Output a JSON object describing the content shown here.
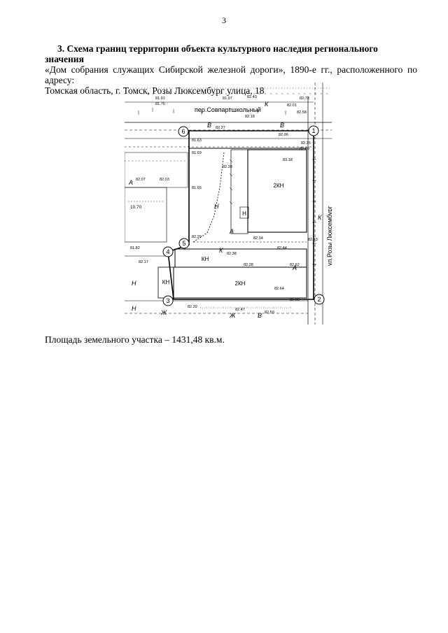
{
  "page_number": "3",
  "heading": {
    "title": "3.   Схема границ территории объекта культурного наследия регионального значения",
    "line1": "«Дом собрания служащих Сибирской железной дороги», 1890-е гг., расположенного по адресу:",
    "line2": "Томская область, г. Томск, Розы Люксембург улица, 18"
  },
  "map": {
    "street_north": "пер.Совпартшкольный",
    "street_east": "ул.Розы Люксембург",
    "points": [
      "1",
      "2",
      "3",
      "4",
      "5",
      "6"
    ],
    "building_labels": {
      "main": "2КН",
      "south": "2КН",
      "middle": "КН",
      "small_west": "КН",
      "small_north": "Н"
    },
    "letters": {
      "a1": "А",
      "a2": "А",
      "a3": "А",
      "v1": "В",
      "v2": "В",
      "v3": "В",
      "k1": "К",
      "k2": "К",
      "k3": "К",
      "zh1": "Ж",
      "zh2": "Ж",
      "n1": "Н",
      "n2": "Н",
      "n3": "Н"
    },
    "elevations": {
      "e1": "81.91",
      "e2": "81.97",
      "e3": "82.43",
      "e4": "82.73",
      "e5": "81.75",
      "e6": "82.01",
      "e7": "82.58",
      "e8": "82.27",
      "e9": "82.18",
      "e10": "82.96",
      "e11": "81.63",
      "e12": "81.69",
      "e13": "83.18",
      "e14": "81.65",
      "e15": "82.07",
      "e16": "82.03",
      "e17": "82.29",
      "e18": "82.34",
      "e19": "82.39",
      "e20": "82.38",
      "e21": "82.28",
      "e22": "82.62",
      "e23": "81.82",
      "e24": "82.17",
      "e25": "82.64",
      "e26": "82.39",
      "e27": "82.03",
      "e28": "82.47",
      "e29": "82.50",
      "e30": "82.40",
      "e31": "82.35",
      "e32": "82.44",
      "e33": "82.73",
      "e34": "10.70"
    }
  },
  "area_text": "Площадь земельного участка – 1431,48 кв.м."
}
